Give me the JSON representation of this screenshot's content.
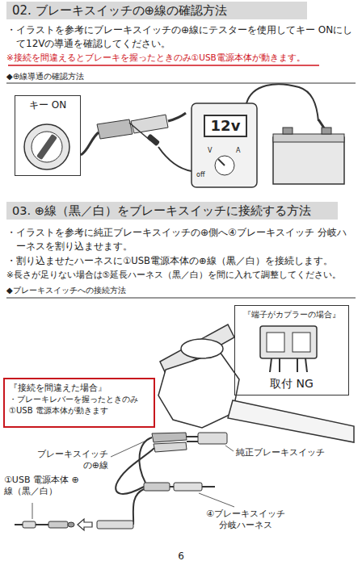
{
  "diagram": {
    "nodes": [
      {
        "text": [
          "02. ブレーキスイッチの⊕線の確認方法"
        ]
      },
      {
        "text": [
          "キー ON"
        ]
      },
      {
        "text": [
          "12v"
        ]
      },
      {
        "text": [
          "03. ⊕線（黒／白）をブレーキスイッチに接続する方法"
        ]
      },
      {
        "text": [
          "『端子がカプラーの場合』",
          "取付 NG"
        ]
      },
      {
        "text": [
          "『接続を間違えた場合』",
          "・ブレーキレバーを握ったときのみ ①USB 電源本体が動きます"
        ]
      }
    ],
    "labels": [
      "・イラストを参考にブレーキスイッチの⊕線にテスターを使用してキー ONにして12Vの導通を確認してください。",
      "※接続を間違えるとブレーキを握ったときのみ①USB電源本体が動きます。",
      "◆⊕線導通の確認方法",
      "V",
      "A",
      "off",
      "・イラストを参考に純正ブレーキスイッチの⊕側へ④ブレーキスイッチ 分岐ハーネスを割り込ませます。",
      "・割り込ませたハーネスに①USB電源本体の⊕線（黒／白）を接続します。",
      "※長さが足りない場合は⑤延長ハーネス（黒／白）を間に入れて調整してください。",
      "◆ブレーキスイッチへの接続方法",
      "ブレーキスイッチ の⊕線",
      "純正ブレーキスイッチ",
      "①USB 電源本体 ⊕線（黒／白）",
      "④ブレーキスイッチ 分岐ハーネス",
      "6"
    ]
  }
}
